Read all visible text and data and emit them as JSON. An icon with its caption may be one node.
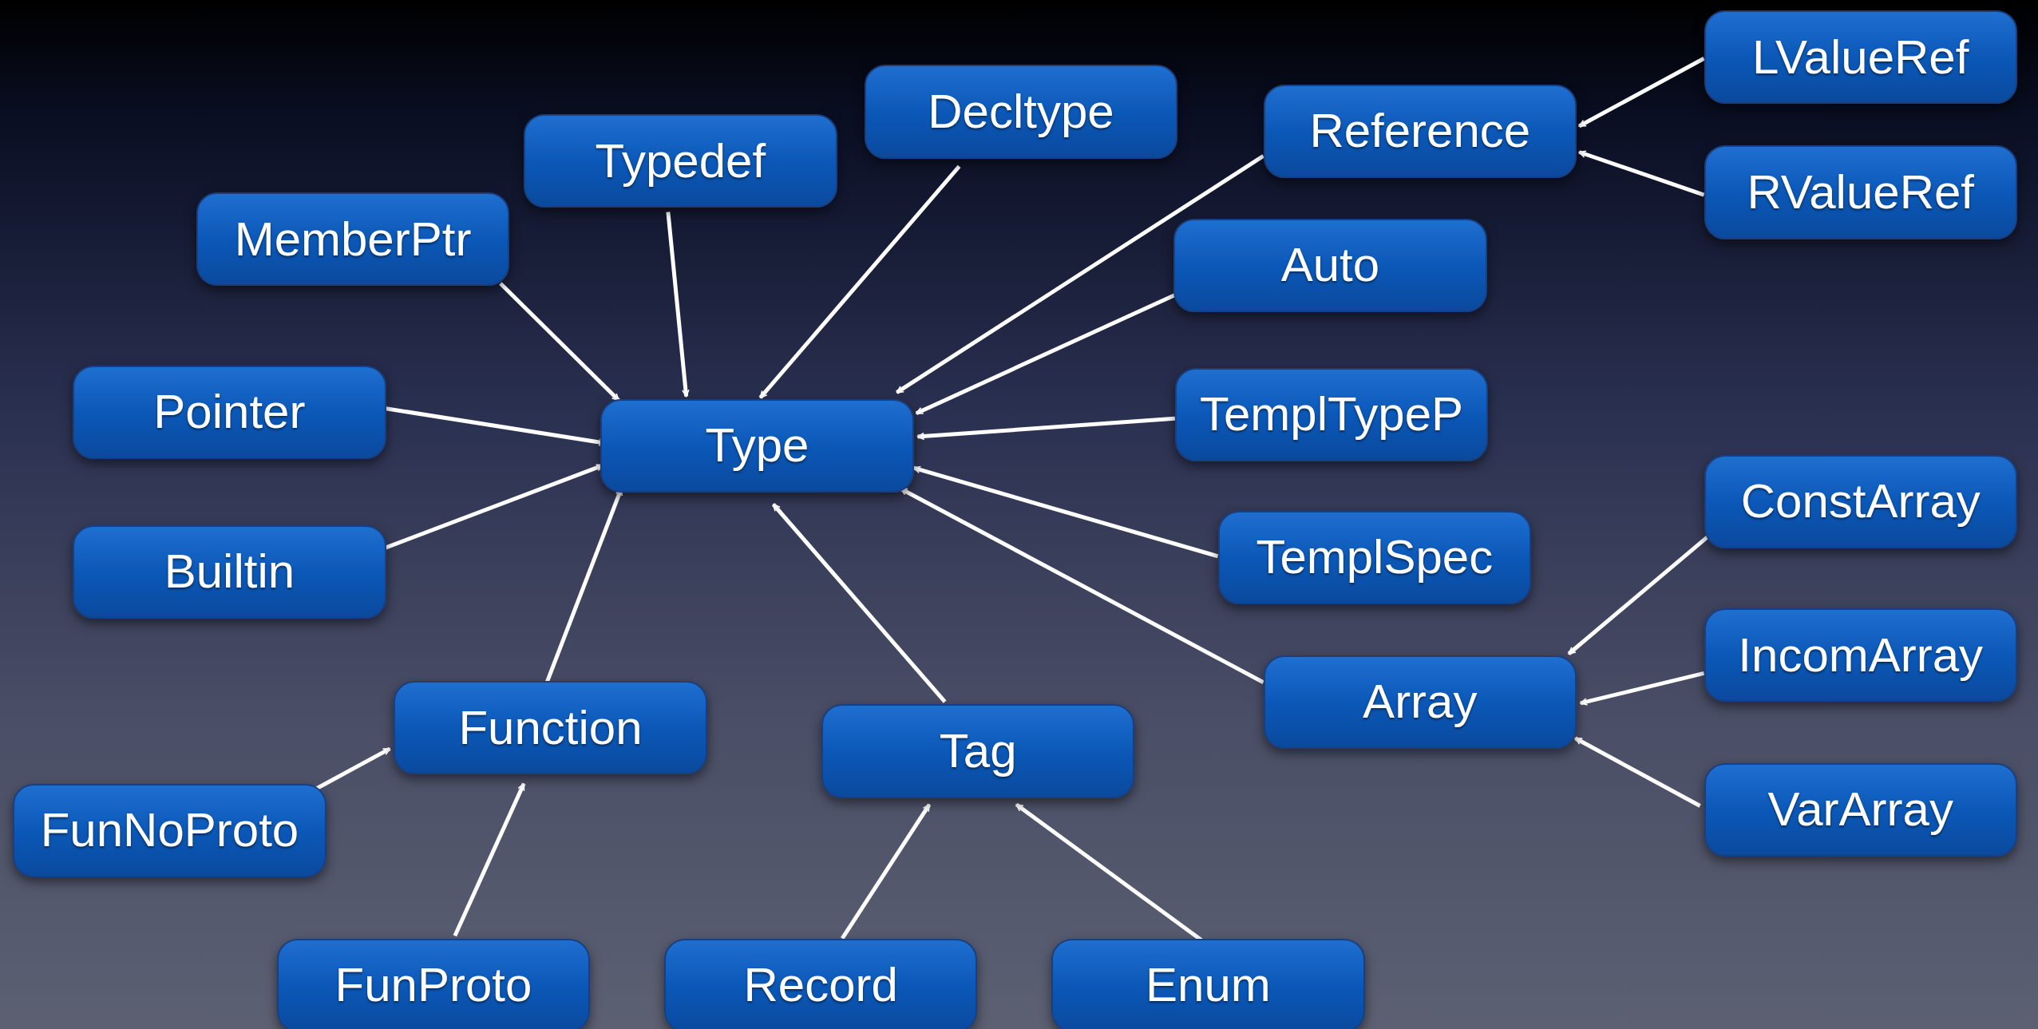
{
  "diagram": {
    "nodes": [
      {
        "text": [
          "LValueRef"
        ]
      },
      {
        "text": [
          "Reference"
        ]
      },
      {
        "text": [
          "RValueRef"
        ]
      },
      {
        "text": [
          "Decltype"
        ]
      },
      {
        "text": [
          "Typedef"
        ]
      },
      {
        "text": [
          "MemberPtr"
        ]
      },
      {
        "text": [
          "Auto"
        ]
      },
      {
        "text": [
          "Pointer"
        ]
      },
      {
        "text": [
          "Type"
        ]
      },
      {
        "text": [
          "TemplTypeP"
        ]
      },
      {
        "text": [
          "ConstArray"
        ]
      },
      {
        "text": [
          "Builtin"
        ]
      },
      {
        "text": [
          "TemplSpec"
        ]
      },
      {
        "text": [
          "IncomArray"
        ]
      },
      {
        "text": [
          "Array"
        ]
      },
      {
        "text": [
          "Function"
        ]
      },
      {
        "text": [
          "Tag"
        ]
      },
      {
        "text": [
          "VarArray"
        ]
      },
      {
        "text": [
          "FunNoProto"
        ]
      },
      {
        "text": [
          "FunProto"
        ]
      },
      {
        "text": [
          "Record"
        ]
      },
      {
        "text": [
          "Enum"
        ]
      }
    ],
    "edges": [
      {
        "from": 0,
        "to": 1,
        "arrow": "to"
      },
      {
        "from": 2,
        "to": 1,
        "arrow": "to"
      },
      {
        "from": 1,
        "to": 8,
        "arrow": "to"
      },
      {
        "from": 3,
        "to": 8,
        "arrow": "to"
      },
      {
        "from": 4,
        "to": 8,
        "arrow": "to"
      },
      {
        "from": 5,
        "to": 8,
        "arrow": "to"
      },
      {
        "from": 6,
        "to": 8,
        "arrow": "to"
      },
      {
        "from": 7,
        "to": 8,
        "arrow": "to"
      },
      {
        "from": 9,
        "to": 8,
        "arrow": "to"
      },
      {
        "from": 11,
        "to": 8,
        "arrow": "to"
      },
      {
        "from": 12,
        "to": 8,
        "arrow": "to"
      },
      {
        "from": 14,
        "to": 8,
        "arrow": "to"
      },
      {
        "from": 15,
        "to": 8,
        "arrow": "to"
      },
      {
        "from": 16,
        "to": 8,
        "arrow": "to"
      },
      {
        "from": 10,
        "to": 14,
        "arrow": "to"
      },
      {
        "from": 13,
        "to": 14,
        "arrow": "to"
      },
      {
        "from": 17,
        "to": 14,
        "arrow": "to"
      },
      {
        "from": 18,
        "to": 15,
        "arrow": "to"
      },
      {
        "from": 19,
        "to": 15,
        "arrow": "to"
      },
      {
        "from": 20,
        "to": 16,
        "arrow": "to"
      },
      {
        "from": 21,
        "to": 16,
        "arrow": "to"
      }
    ]
  }
}
